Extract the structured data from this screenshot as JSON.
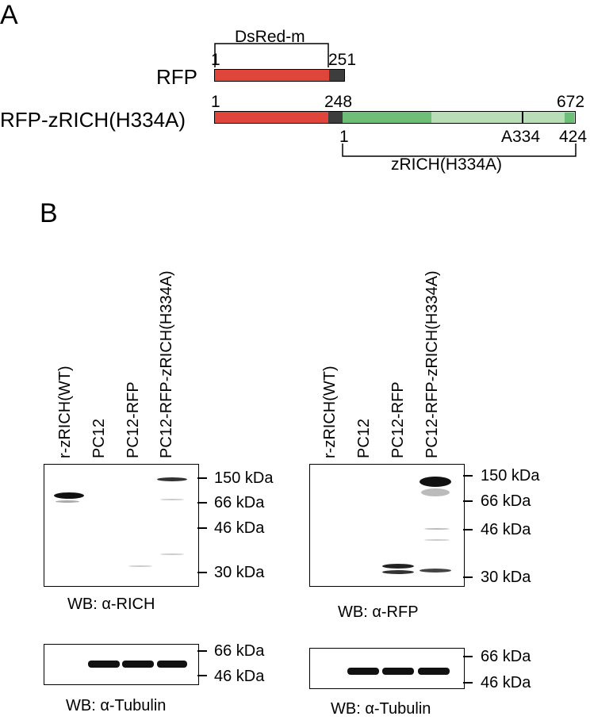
{
  "panelA": {
    "label": "A",
    "dsred_label": "DsRed-m",
    "rfp": {
      "name": "RFP",
      "start": "1",
      "end": "251"
    },
    "fusion": {
      "name": "RFP-zRICH(H334A)",
      "start": "1",
      "junction": "248",
      "end": "672"
    },
    "zrich": {
      "start": "1",
      "mutation": "A334",
      "end": "424",
      "label": "zRICH(H334A)"
    },
    "colors": {
      "red": "#e0453b",
      "dark": "#3d3d3d",
      "green": "#6fbe77",
      "lightgreen": "#b9ddb7"
    }
  },
  "panelB": {
    "label": "B",
    "lanes": [
      "r-zRICH(WT)",
      "PC12",
      "PC12-RFP",
      "PC12-RFP-zRICH(H334A)"
    ],
    "left": {
      "blot_label": "WB: α-RICH",
      "markers": [
        "150 kDa",
        "66 kDa",
        "46 kDa",
        "30 kDa"
      ],
      "tubulin_label": "WB: α-Tubulin",
      "tubulin_markers": [
        "66 kDa",
        "46 kDa"
      ]
    },
    "right": {
      "blot_label": "WB: α-RFP",
      "markers": [
        "150 kDa",
        "66 kDa",
        "46 kDa",
        "30 kDa"
      ],
      "tubulin_label": "WB: α-Tubulin",
      "tubulin_markers": [
        "66 kDa",
        "46 kDa"
      ]
    }
  }
}
